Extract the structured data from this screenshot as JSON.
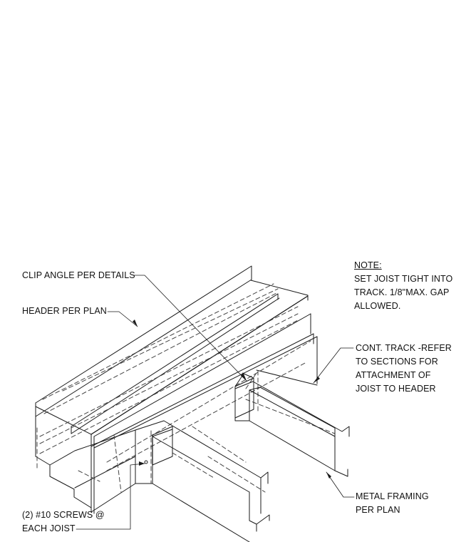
{
  "note": {
    "heading": "NOTE:",
    "lines": [
      "SET JOIST TIGHT INTO",
      "TRACK. 1/8\"MAX. GAP",
      "ALLOWED."
    ]
  },
  "callouts": {
    "clip_angle": "CLIP ANGLE PER DETAILS",
    "header": "HEADER PER PLAN",
    "cont_track": [
      "CONT. TRACK -REFER",
      "TO SECTIONS FOR",
      "ATTACHMENT OF",
      "JOIST TO HEADER"
    ],
    "metal_framing": [
      "METAL FRAMING",
      "PER PLAN"
    ],
    "screws": [
      "(2) #10 SCREWS @",
      "EACH JOIST"
    ]
  },
  "colors": {
    "line": "#1a1a1a",
    "paper": "#ffffff"
  }
}
